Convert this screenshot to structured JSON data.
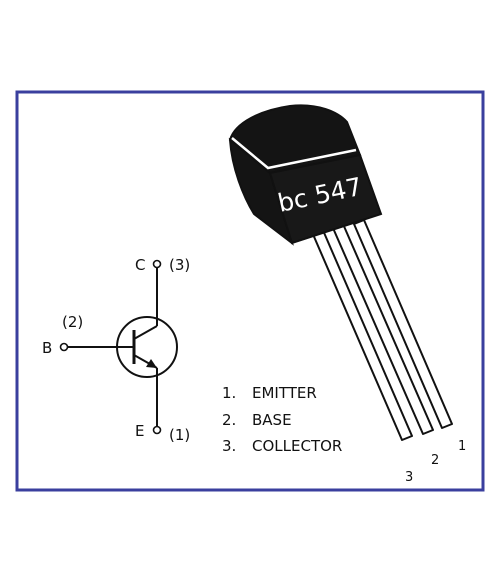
{
  "part_marking": "bc 547",
  "symbol": {
    "collector_letter": "C",
    "collector_pin": "(3)",
    "base_letter": "B",
    "base_pin": "(2)",
    "emitter_letter": "E",
    "emitter_pin": "(1)"
  },
  "pin_list": [
    {
      "number": "1.",
      "name": "EMITTER"
    },
    {
      "number": "2.",
      "name": "BASE"
    },
    {
      "number": "3.",
      "name": "COLLECTOR"
    }
  ],
  "lead_numbers": [
    "3",
    "2",
    "1"
  ],
  "colors": {
    "frame": "#3a3f9e",
    "ink": "#111111",
    "body": "#141414",
    "lead": "#ffffff"
  }
}
